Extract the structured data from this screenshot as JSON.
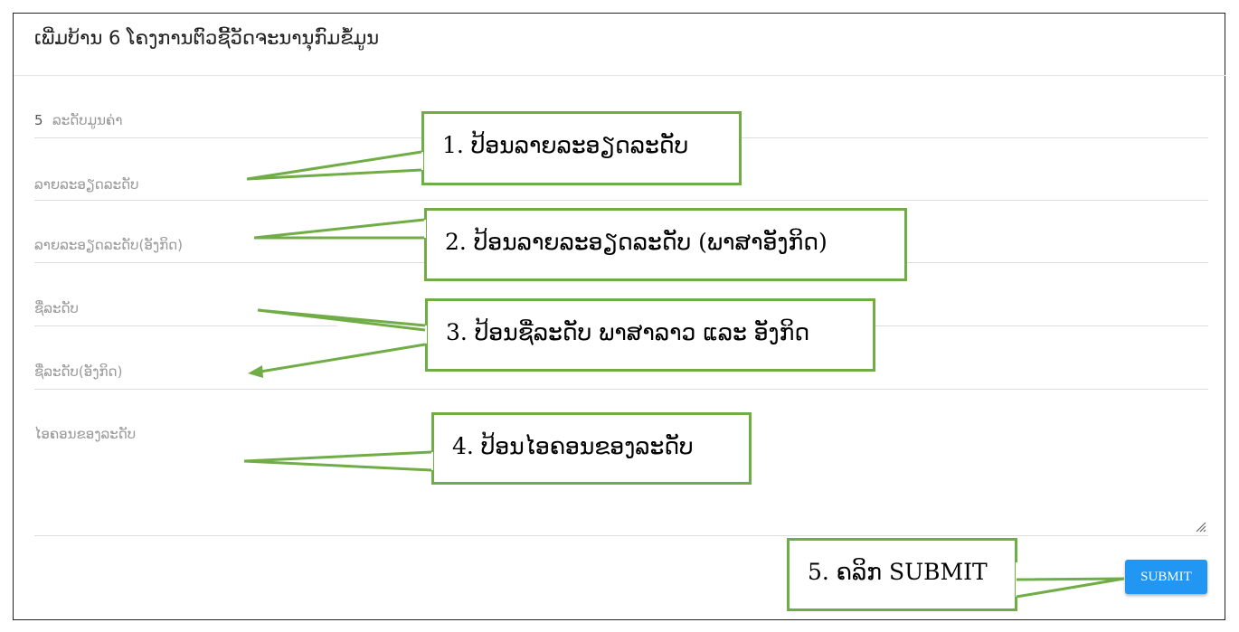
{
  "form": {
    "title": "ເພີ່ມບ້ານ 6 ໂຄງການຕົວຊີ້ວັດຈະນານຸກົມຂໍ້ມູນ",
    "fields": [
      {
        "label": "ລະດັບມູນຄ່າ",
        "value": "5"
      },
      {
        "label": "ລາຍລະອຽດລະດັບ",
        "value": ""
      },
      {
        "label": "ລາຍລະອຽດລະດັບ(ອັງກິດ)",
        "value": ""
      },
      {
        "label": "ຊື່ລະດັບ",
        "value": ""
      },
      {
        "label": "ຊື່ລະດັບ(ອັງກິດ)",
        "value": ""
      },
      {
        "label": "ໄອຄອນຂອງລະດັບ",
        "value": ""
      }
    ],
    "submit_label": "SUBMIT"
  },
  "callouts": [
    "1. ປ້ອນລາຍລະອຽດລະດັບ",
    "2. ປ້ອນລາຍລະອຽດລະດັບ (ພາສາອັງກິດ)",
    "3. ປ້ອນຊື່ລະດັບ ພາສາລາວ ແລະ ອັງກິດ",
    "4. ປ້ອນໄອຄອນຂອງລະດັບ",
    "5. ຄລິກ SUBMIT"
  ],
  "colors": {
    "accent": "#2196f3",
    "callout_border": "#70ad47"
  }
}
